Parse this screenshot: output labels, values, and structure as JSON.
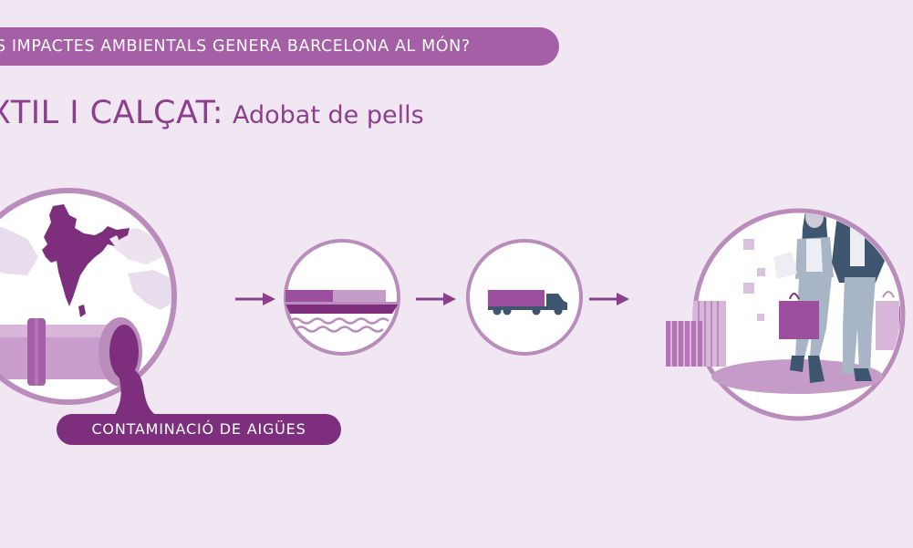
{
  "header": {
    "banner_text": "S IMPACTES AMBIENTALS GENERA BARCELONA AL MÓN?",
    "sector_title": "XTIL I CALÇAT:",
    "sector_subtitle": "Adobat de pells"
  },
  "impact": {
    "label": "CONTAMINACIÓ DE AIGÜES"
  },
  "steps": [
    {
      "icon": "india-map-icon"
    },
    {
      "icon": "cargo-ship-icon"
    },
    {
      "icon": "truck-icon"
    },
    {
      "icon": "shoppers-icon"
    }
  ],
  "colors": {
    "background": "#f1e7f3",
    "primary_purple": "#8b3f8d",
    "banner_purple": "#a45fa6",
    "dark_purple": "#7d2f7d",
    "circle_stroke": "#b98cbc",
    "slate_blue": "#3f5670"
  }
}
